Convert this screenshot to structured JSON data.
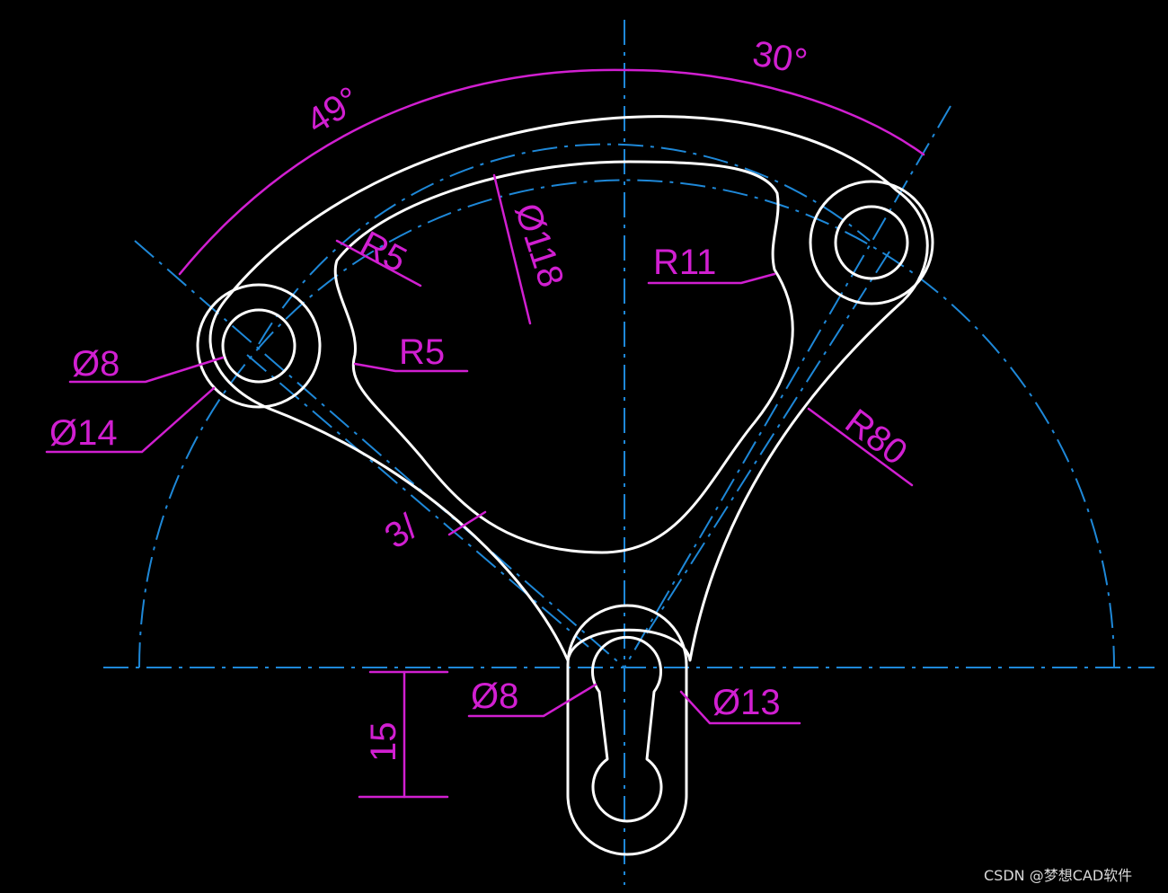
{
  "drawing": {
    "background_color": "#000000",
    "geometry_color": "#ffffff",
    "centerline_color": "#1e88d8",
    "dimension_color": "#d11fd1"
  },
  "dimensions": {
    "angle_top_left": "49°",
    "angle_top_right": "30°",
    "radius_inner_top": "R5",
    "diameter_arc": "Ø118",
    "radius_right_corner": "R11",
    "radius_inner_left": "R5",
    "hole_left_small": "Ø8",
    "hole_left_large": "Ø14",
    "radius_right_arm": "R80",
    "left_arm_fragment": "3/",
    "slot_small": "Ø8",
    "slot_large": "Ø13",
    "slot_length": "15"
  },
  "watermark": "CSDN @梦想CAD软件"
}
